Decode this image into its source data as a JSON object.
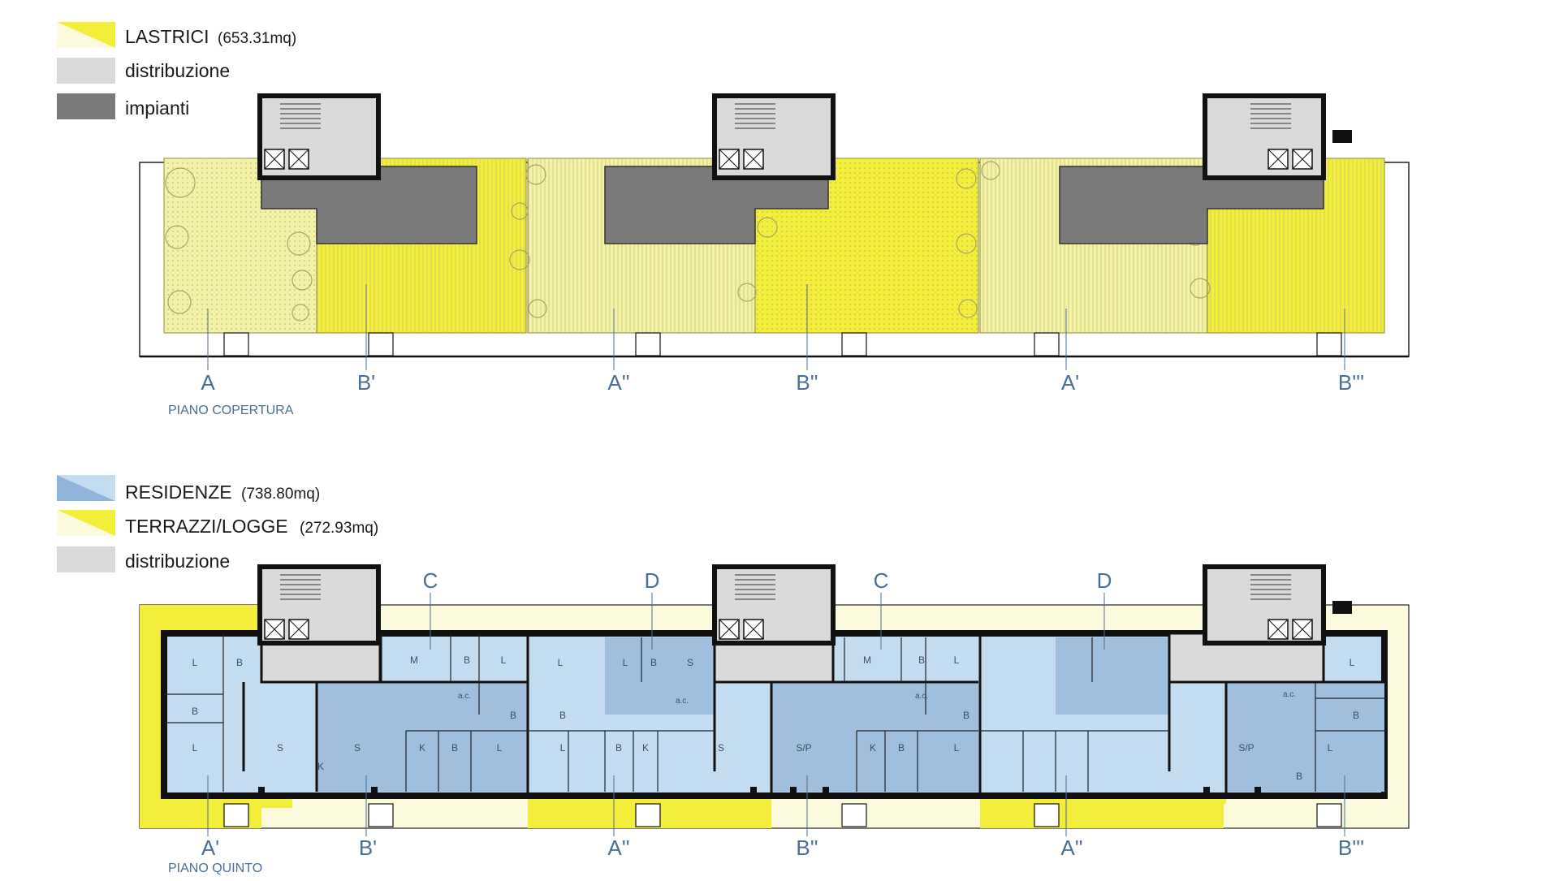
{
  "colors": {
    "yellow_bright": "#f2ee3a",
    "yellow_light": "#f4f2a8",
    "yellow_pale": "#fbfadc",
    "blue_light": "#c4dcf0",
    "blue_mid": "#9fbfdc",
    "grey_light": "#dadada",
    "grey_dark": "#7a7a7a",
    "label_blue": "#4a6f96",
    "wall": "#111111"
  },
  "legend_top": {
    "items": [
      {
        "label": "LASTRICI",
        "area": "(653.31mq)",
        "swatch": "yellow-diagonal"
      },
      {
        "label": "distribuzione",
        "area": "",
        "swatch": "grey-light"
      },
      {
        "label": "impianti",
        "area": "",
        "swatch": "grey-dark"
      }
    ]
  },
  "legend_bottom": {
    "items": [
      {
        "label": "RESIDENZE",
        "area": "(738.80mq)",
        "swatch": "blue-diagonal"
      },
      {
        "label": "TERRAZZI/LOGGE",
        "area": "(272.93mq)",
        "swatch": "yellow-diagonal"
      },
      {
        "label": "distribuzione",
        "area": "",
        "swatch": "grey-light"
      }
    ]
  },
  "plan_top": {
    "title": "PIANO COPERTURA",
    "unit_labels": [
      "A",
      "B'",
      "A''",
      "B''",
      "A'",
      "B'''"
    ]
  },
  "plan_bottom": {
    "title": "PIANO QUINTO",
    "unit_labels": [
      "A'",
      "B'",
      "A''",
      "B''",
      "A''",
      "B'''"
    ],
    "top_labels": [
      "C",
      "D",
      "C",
      "D"
    ],
    "rooms_a": [
      "L",
      "B",
      "B",
      "L",
      "S",
      "K",
      "M",
      "B",
      "a.c.",
      "L",
      "B",
      "S",
      "K",
      "B",
      "L"
    ],
    "rooms_b": [
      "L",
      "L",
      "B",
      "S",
      "a.c.",
      "B",
      "L",
      "B",
      "K",
      "S"
    ],
    "rooms_c": [
      "S/P",
      "K",
      "B",
      "L",
      "M",
      "B",
      "a.c.",
      "L",
      "B"
    ],
    "rooms_d": [
      "S/P",
      "L",
      "a.c.",
      "B",
      "B",
      "L"
    ]
  }
}
